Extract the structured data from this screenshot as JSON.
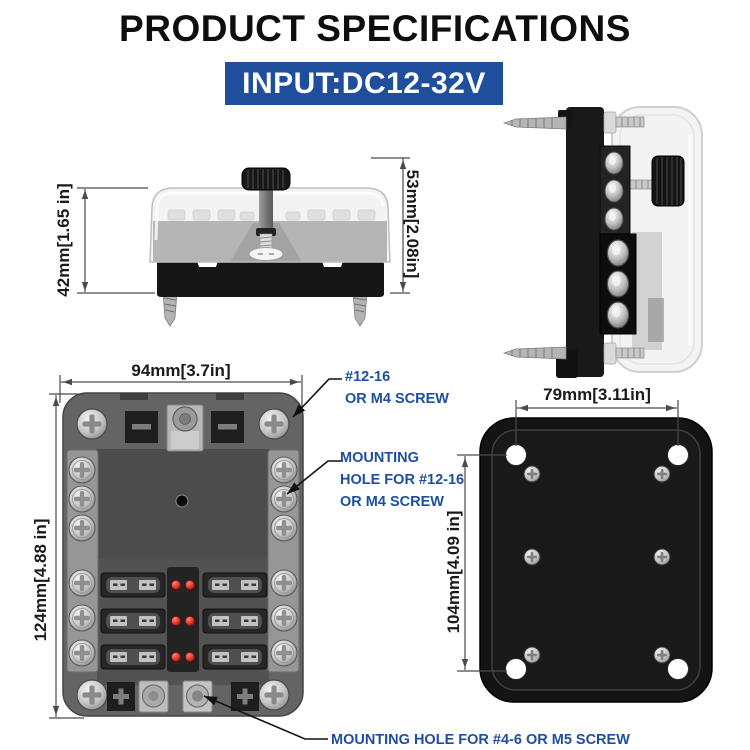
{
  "page": {
    "title": "PRODUCT SPECIFICATIONS"
  },
  "banner": {
    "label": "INPUT:DC12-32V",
    "bg_color": "#1e4e9c",
    "text_color": "#ffffff"
  },
  "colors": {
    "accent_blue": "#1e4e9c",
    "annotation_blue": "#1f4e9e",
    "led_red": "#e23a2e"
  },
  "dimensions": {
    "front_height": "42mm[1.65 in]",
    "front_total_height": "53mm[2.08in]",
    "top_width": "94mm[3.7in]",
    "top_length": "124mm[4.88 in]",
    "back_hole_width": "79mm[3.11in]",
    "back_hole_height": "104mm[4.09 in]"
  },
  "annotations": {
    "terminal_screw": {
      "line1": "#12-16",
      "line2": "OR M4 SCREW"
    },
    "side_mounting_hole": {
      "line1": "MOUNTING",
      "line2": "HOLE FOR #12-16",
      "line3": "OR M4 SCREW"
    },
    "bottom_mounting_hole": {
      "line1": "MOUNTING HOLE FOR #4-6 OR M5 SCREW"
    }
  }
}
